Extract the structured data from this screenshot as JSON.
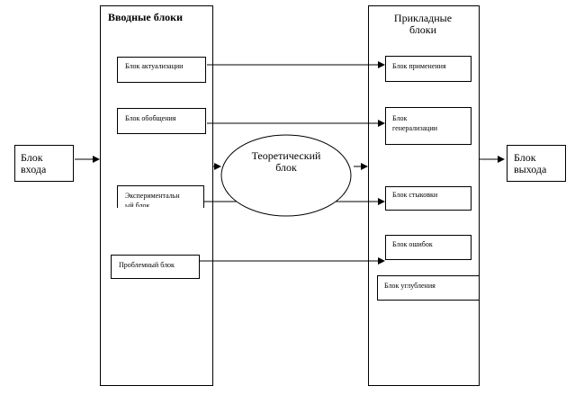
{
  "input_block": {
    "label": "Блок\nвхода"
  },
  "output_block": {
    "label": "Блок\nвыхода"
  },
  "intro_column": {
    "title": "Вводные блоки",
    "items": [
      {
        "label": "Блок актуализации"
      },
      {
        "label": "Блок обобщения"
      },
      {
        "label": "Экспериментальн\nый блок"
      },
      {
        "label": "Проблемный блок"
      }
    ]
  },
  "applied_column": {
    "title": "Прикладные\nблоки",
    "items": [
      {
        "label": "Блок применения"
      },
      {
        "label": "Блок\nгенерализации"
      },
      {
        "label": "Блок стыковки"
      },
      {
        "label": "Блок ошибок"
      },
      {
        "label": "Блок углубления"
      }
    ]
  },
  "theory_block": {
    "label": "Теоретический\nблок"
  }
}
